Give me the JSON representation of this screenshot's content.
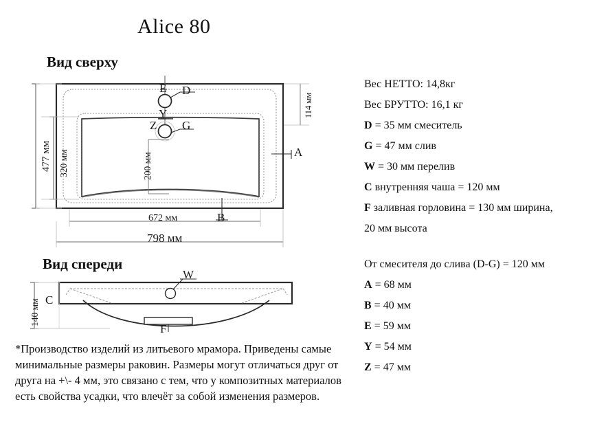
{
  "title": "Alice 80",
  "views": {
    "top": {
      "heading": "Вид сверху",
      "dims": {
        "outer_height": "477 мм",
        "inner_height": "320 мм",
        "basin_depth": "200 мм",
        "inner_width": "672 мм",
        "outer_width": "798 мм",
        "right_offset": "114 мм"
      },
      "callouts": {
        "e": "E",
        "d": "D",
        "y": "Y",
        "z": "Z",
        "g": "G",
        "a": "A",
        "b": "B"
      }
    },
    "front": {
      "heading": "Вид спереди",
      "dims": {
        "height": "140 мм"
      },
      "callouts": {
        "c": "C",
        "w": "W",
        "f": "F"
      }
    }
  },
  "spec": {
    "group1": [
      {
        "bold": "",
        "text": "Вес НЕТТО: 14,8кг"
      },
      {
        "bold": "",
        "text": "Вес БРУТТО: 16,1 кг"
      },
      {
        "bold": "D",
        "text": " = 35 мм смеситель"
      },
      {
        "bold": "G",
        "text": " = 47 мм слив"
      },
      {
        "bold": "W",
        "text": " = 30 мм перелив"
      },
      {
        "bold": "C",
        "text": " внутренняя чаша = 120 мм"
      },
      {
        "bold": "F",
        "text": " заливная горловина = 130 мм ширина,"
      },
      {
        "bold": "",
        "text": "20 мм высота"
      }
    ],
    "group2": [
      {
        "bold": "",
        "text": "От смесителя до слива (D-G) = 120 мм"
      },
      {
        "bold": "A",
        "text": " = 68 мм"
      },
      {
        "bold": "B",
        "text": " = 40 мм"
      },
      {
        "bold": "E",
        "text": " = 59 мм"
      },
      {
        "bold": "Y",
        "text": " = 54 мм"
      },
      {
        "bold": "Z",
        "text": " = 47 мм"
      }
    ]
  },
  "footnote": "*Производство изделий из литьевого мрамора. Приведены самые минимальные размеры раковин. Размеры могут отличаться друг от друга на +\\- 4 мм, это связано с тем, что у композитных материалов есть свойства усадки, что влечёт за собой изменения размеров.",
  "colors": {
    "ink": "#1a1a1a",
    "line": "#2b2b2b",
    "thin": "#8c8c8c",
    "dash": "#b0b0b0",
    "background": "#ffffff"
  }
}
